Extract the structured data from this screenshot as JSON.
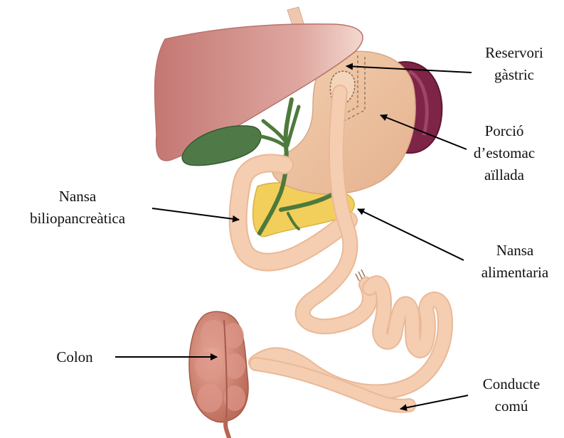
{
  "labels": {
    "reservori": {
      "line1": "Reservori",
      "line2": "gàstric"
    },
    "porcio": {
      "line1": "Porció",
      "line2": "d’estomac",
      "line3": "aïllada"
    },
    "nansa_bilio": {
      "line1": "Nansa",
      "line2": "biliopancreàtica"
    },
    "nansa_alim": {
      "line1": "Nansa",
      "line2": "alimentaria"
    },
    "colon": {
      "line1": "Colon"
    },
    "conducte": {
      "line1": "Conducte",
      "line2": "comú"
    }
  },
  "colors": {
    "liver": "#c97f7b",
    "gallbladder": "#4f7a48",
    "stomach": "#eec6a4",
    "spleen": "#7e2446",
    "pancreas": "#f2cf5a",
    "intestine": "#f5cdb0",
    "colon": "#c9796a",
    "bile_duct": "#4d7a3c"
  }
}
